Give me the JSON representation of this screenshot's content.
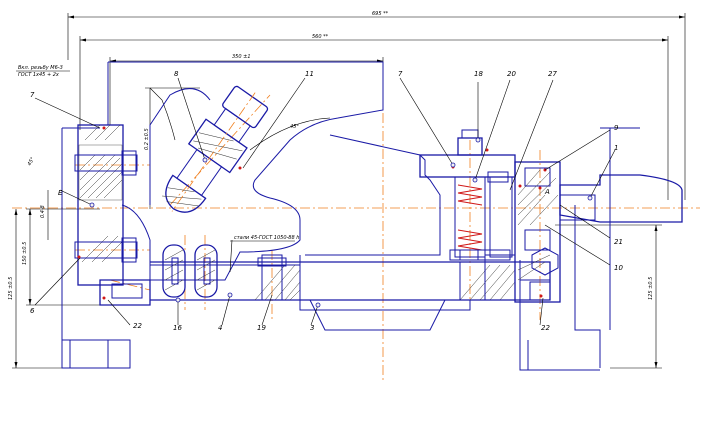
{
  "drawing": {
    "dimensions": {
      "overall_width": "695 **",
      "mid_width": "560 **",
      "upper_width": "350 ±1",
      "left_height": "150 ±0.5",
      "bottom_left": "125 ±0.5",
      "right_height": "125 ±0.5",
      "small_vert": "0.4·8",
      "angle_left": "45°",
      "small_h": "0.2 ±0.5"
    },
    "notes": {
      "title_note": "Вкл. резьбу М6-3",
      "gost_note": "ГОСТ 1х45 + 2х",
      "surface_note": "стали 45-ГОСТ 1050-88 h"
    },
    "callouts": {
      "c_left7": "7",
      "c_E": "Е",
      "c_6": "6",
      "c_22a": "22",
      "c_8": "8",
      "c_11": "11",
      "c_7b": "7",
      "c_18": "18",
      "c_20": "20",
      "c_27": "27",
      "c_9": "9",
      "c_1": "1",
      "c_21": "21",
      "c_10": "10",
      "c_22b": "22",
      "c_16": "16",
      "c_4": "4",
      "c_19": "19",
      "c_3": "3",
      "c_A": "А",
      "c_45": "45°"
    }
  }
}
